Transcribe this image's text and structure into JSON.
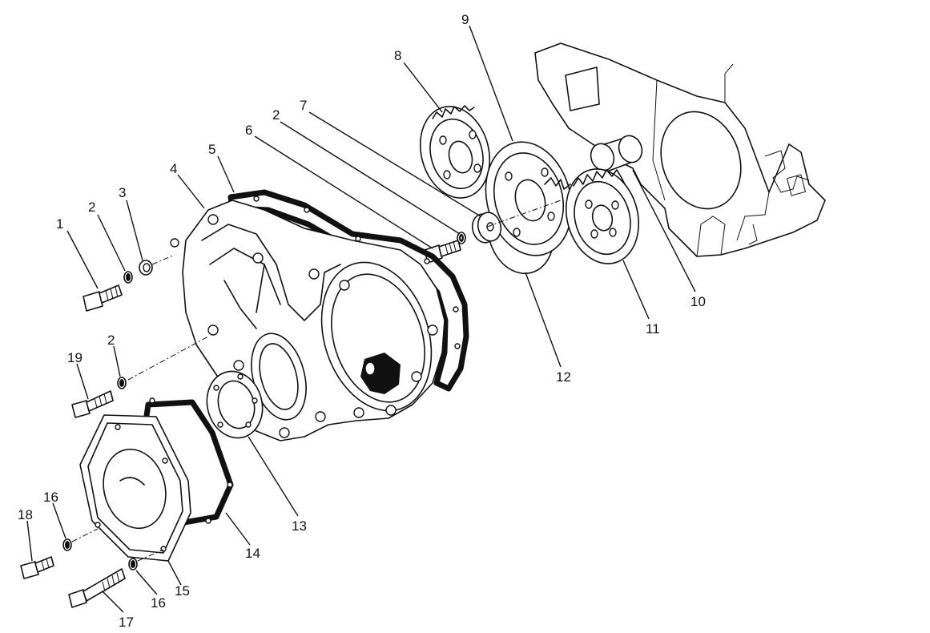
{
  "diagram": {
    "callouts": [
      {
        "id": "c1",
        "label": "1"
      },
      {
        "id": "c2a",
        "label": "2"
      },
      {
        "id": "c3",
        "label": "3"
      },
      {
        "id": "c4",
        "label": "4"
      },
      {
        "id": "c5",
        "label": "5"
      },
      {
        "id": "c6",
        "label": "6"
      },
      {
        "id": "c2b",
        "label": "2"
      },
      {
        "id": "c7",
        "label": "7"
      },
      {
        "id": "c8",
        "label": "8"
      },
      {
        "id": "c9",
        "label": "9"
      },
      {
        "id": "c10",
        "label": "10"
      },
      {
        "id": "c11",
        "label": "11"
      },
      {
        "id": "c12",
        "label": "12"
      },
      {
        "id": "c2c",
        "label": "2"
      },
      {
        "id": "c19",
        "label": "19"
      },
      {
        "id": "c13",
        "label": "13"
      },
      {
        "id": "c14",
        "label": "14"
      },
      {
        "id": "c15",
        "label": "15"
      },
      {
        "id": "c16a",
        "label": "16"
      },
      {
        "id": "c16b",
        "label": "16"
      },
      {
        "id": "c17",
        "label": "17"
      },
      {
        "id": "c18",
        "label": "18"
      }
    ]
  }
}
